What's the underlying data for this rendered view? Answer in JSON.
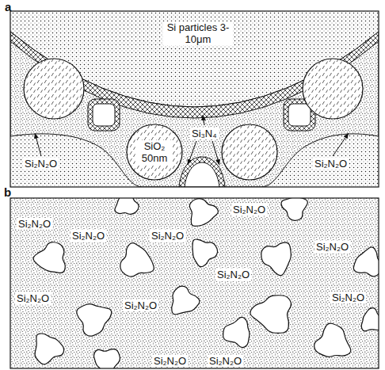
{
  "diagram": {
    "labels": [
      "a",
      "Si particles 3-10μm",
      "SiO₂ 50nm",
      "Si₃N₄",
      "Si₂N₂O",
      "Si₂N₂O",
      "b",
      "Si₂N₂O",
      "Si₂N₂O",
      "Si₂N₂O",
      "Si₂N₂O",
      "Si₂N₂O",
      "Si₂N₂O",
      "Si₂N₂O",
      "Si₂N₂O",
      "Si₂N₂O",
      "Si₂N₂O",
      "Si₂N₂O"
    ]
  }
}
